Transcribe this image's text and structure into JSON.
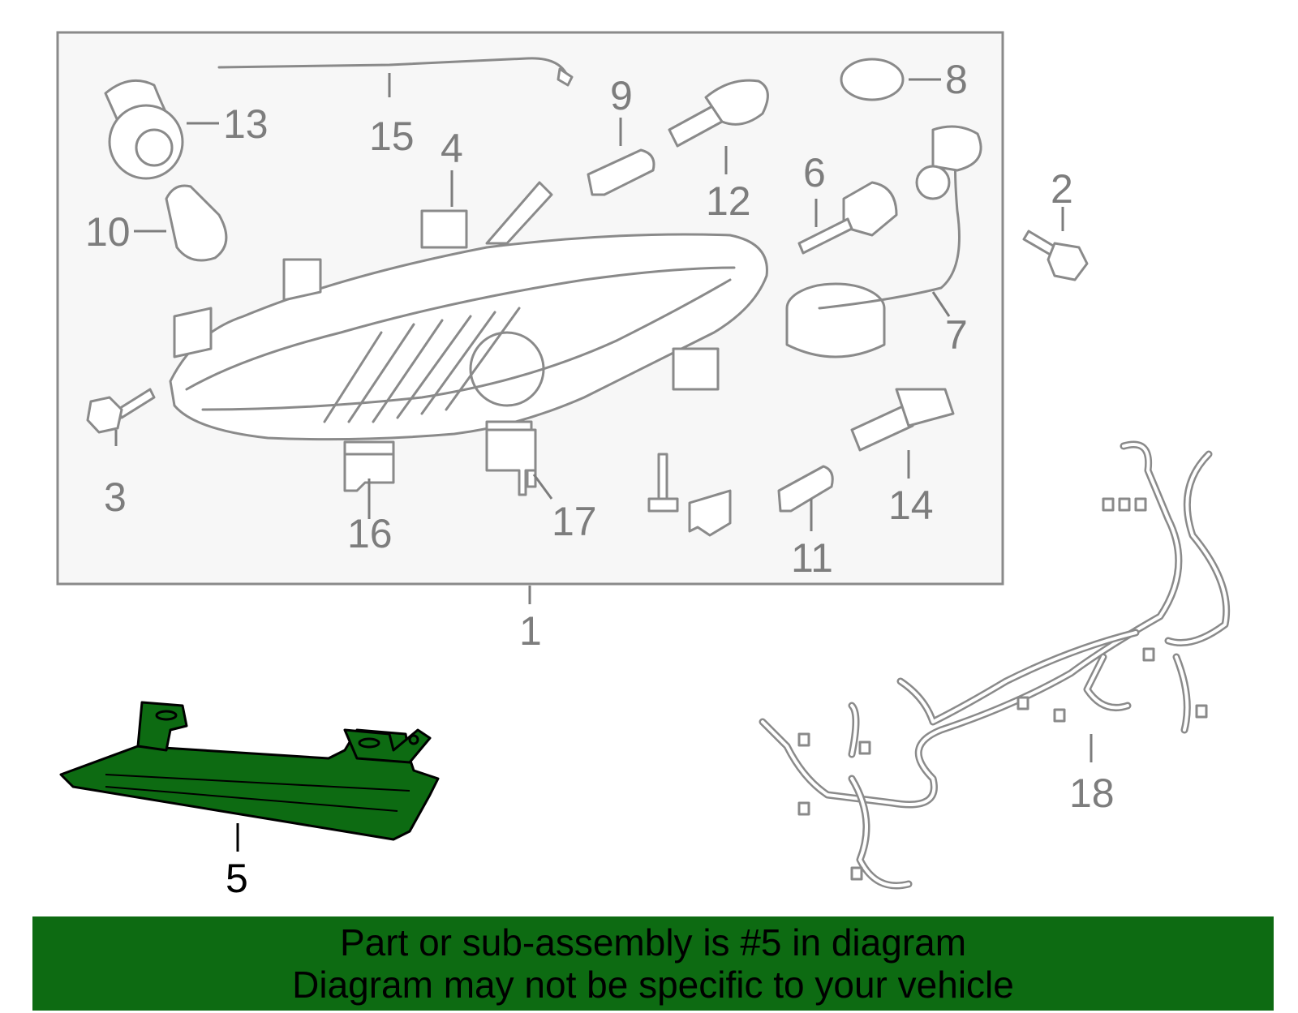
{
  "callouts": {
    "c1": "1",
    "c2": "2",
    "c3": "3",
    "c4": "4",
    "c5": "5",
    "c6": "6",
    "c7": "7",
    "c8": "8",
    "c9": "9",
    "c10": "10",
    "c11": "11",
    "c12": "12",
    "c13": "13",
    "c14": "14",
    "c15": "15",
    "c16": "16",
    "c17": "17",
    "c18": "18"
  },
  "highlighted_part": "5",
  "colors": {
    "highlight_fill": "#0d6b12",
    "banner_bg": "#0d6b12",
    "line_gray": "#8a8a8a",
    "frame_bg": "#f7f7f7"
  },
  "banner": {
    "line1": "Part or sub-assembly is #5 in diagram",
    "line2": "Diagram may not be specific to your vehicle"
  }
}
